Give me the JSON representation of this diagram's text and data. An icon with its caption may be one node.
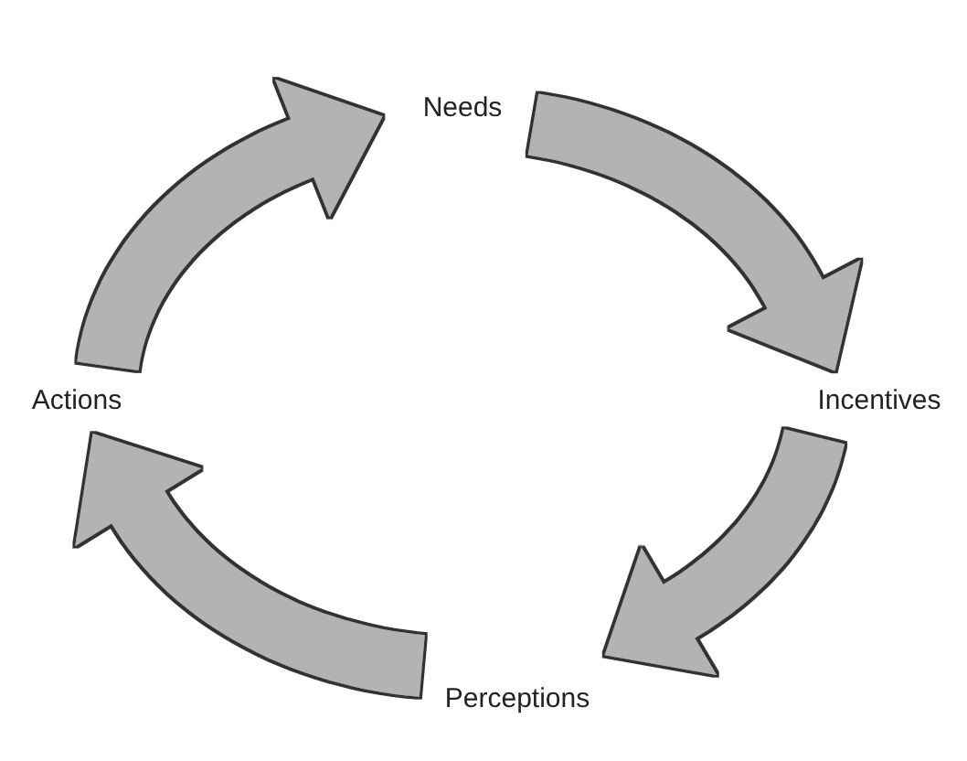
{
  "diagram": {
    "nodes": [
      {
        "text": [
          "Needs"
        ]
      },
      {
        "text": [
          "Incentives"
        ]
      },
      {
        "text": [
          "Perceptions"
        ]
      },
      {
        "text": [
          "Actions"
        ]
      }
    ],
    "edges": [
      {
        "from": 0,
        "to": 1,
        "arrow": "to"
      },
      {
        "from": 1,
        "to": 2,
        "arrow": "to"
      },
      {
        "from": 2,
        "to": 3,
        "arrow": "to"
      },
      {
        "from": 3,
        "to": 0,
        "arrow": "to"
      }
    ]
  }
}
